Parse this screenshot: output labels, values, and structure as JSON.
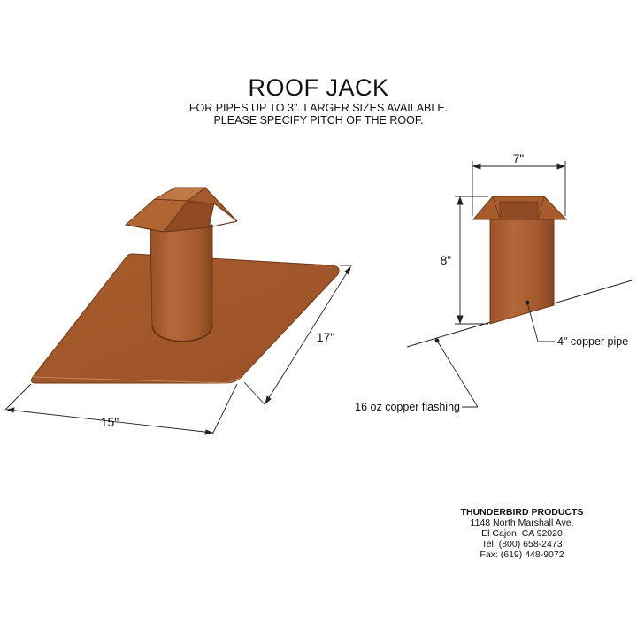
{
  "title": "ROOF JACK",
  "subtitle_lines": [
    "FOR PIPES UP TO 3\". LARGER SIZES AVAILABLE.",
    "PLEASE SPECIFY PITCH OF THE ROOF."
  ],
  "dimensions": {
    "width": "15\"",
    "length": "17\"",
    "cap_width": "7\"",
    "pipe_height": "8\""
  },
  "callouts": {
    "pipe": "4\" copper pipe",
    "flashing": "16 oz copper flashing"
  },
  "company": {
    "name": "THUNDERBIRD PRODUCTS",
    "address1": "1148 North Marshall Ave.",
    "address2": "El Cajon, CA 92020",
    "tel": "Tel: (800) 658-2473",
    "fax": "Fax: (619) 448-9072"
  },
  "colors": {
    "copper": "#a65a2c",
    "copper_dark": "#7d4020",
    "copper_light": "#c07848"
  }
}
